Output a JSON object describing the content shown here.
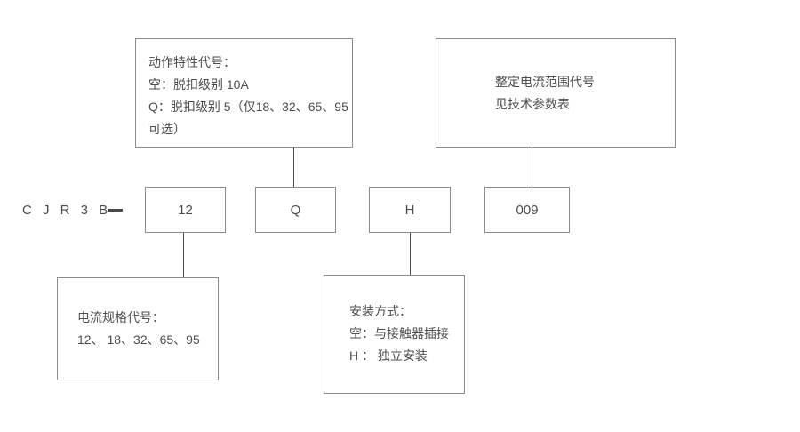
{
  "diagram": {
    "title_semantic": "CJR3B model number designation diagram",
    "model_prefix": "C J R 3 B",
    "separator": "—",
    "code_boxes": [
      {
        "value": "12"
      },
      {
        "value": "Q"
      },
      {
        "value": "H"
      },
      {
        "value": "009"
      }
    ],
    "callouts": {
      "action_characteristic": {
        "lines": [
          "动作特性代号：",
          "空：脱扣级别 10A",
          "Q：脱扣级别 5（仅18、32、65、95",
          "可选）"
        ]
      },
      "current_setting_range": {
        "lines": [
          "整定电流范围代号",
          "见技术参数表"
        ]
      },
      "current_spec": {
        "lines": [
          "电流规格代号：",
          "12、 18、32、65、95"
        ]
      },
      "mounting": {
        "lines": [
          "安装方式：",
          "空：与接触器插接",
          "H ： 独立安装"
        ]
      }
    },
    "colors": {
      "bg": "#ffffff",
      "border": "#8c8c8c",
      "line": "#4a4a4a",
      "text": "#4d4d4d"
    }
  }
}
